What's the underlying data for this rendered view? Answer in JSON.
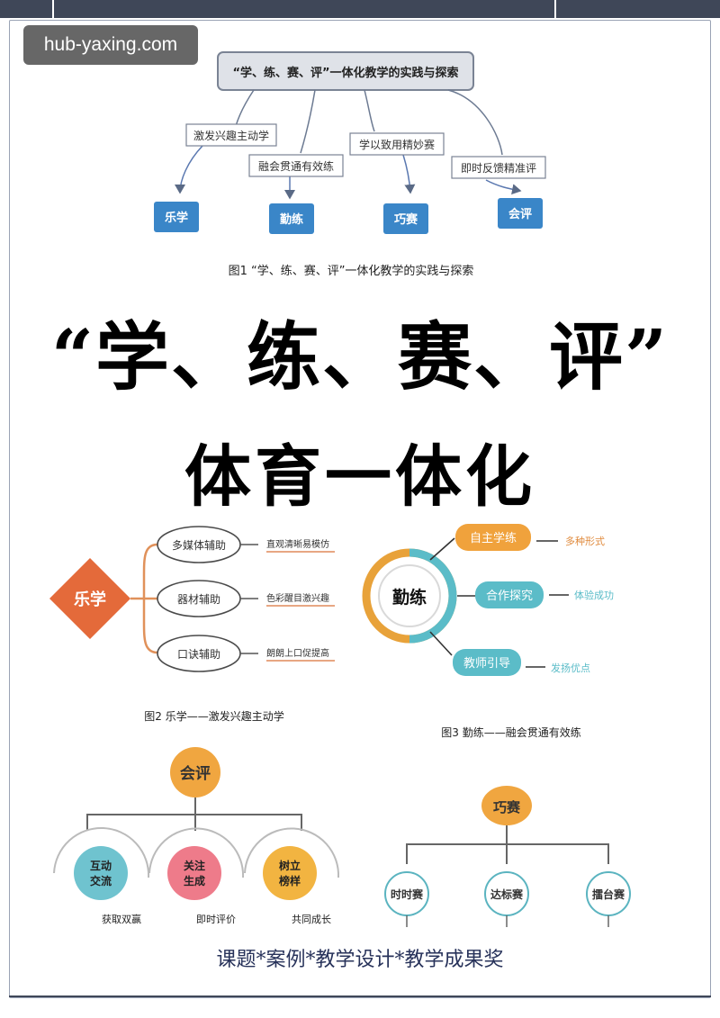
{
  "watermark": "hub-yaxing.com",
  "fig1": {
    "title_box": "“学、练、赛、评”一体化教学的实践与探索",
    "branch_labels": [
      "激发兴趣主动学",
      "融会贯通有效练",
      "学以致用精妙赛",
      "即时反馈精准评"
    ],
    "nodes": [
      "乐学",
      "勤练",
      "巧赛",
      "会评"
    ],
    "caption": "图1 “学、练、赛、评”一体化教学的实践与探索"
  },
  "headline": {
    "line1": "“学、练、赛、评”",
    "line2": "体育一体化"
  },
  "fig2": {
    "center": "乐学",
    "items": [
      "多媒体辅助",
      "器材辅助",
      "口诀辅助"
    ],
    "notes": [
      "直观清晰易模仿",
      "色彩醒目激兴趣",
      "朗朗上口促提高"
    ],
    "caption": "图2 乐学——激发兴趣主动学"
  },
  "fig3": {
    "center": "勤练",
    "items": [
      "自主学练",
      "合作探究",
      "教师引导"
    ],
    "notes": [
      "多种形式",
      "体验成功",
      "发扬优点"
    ],
    "caption": "图3 勤练——融会贯通有效练"
  },
  "fig4": {
    "root": "会评",
    "children": [
      "互动\n交流",
      "关注\n生成",
      "树立\n榜样"
    ],
    "notes": [
      "获取双赢",
      "即时评价",
      "共同成长"
    ]
  },
  "fig5": {
    "root": "巧赛",
    "children": [
      "时时赛",
      "达标赛",
      "擂台赛"
    ]
  },
  "footer": "课题*案例*教学设计*教学成果奖",
  "colors": {
    "blue_box": "#3a86c8",
    "orange": "#e07a3c",
    "gold": "#e8a23a",
    "teal": "#5bbcc8",
    "dark_bar": "#3f4758"
  }
}
